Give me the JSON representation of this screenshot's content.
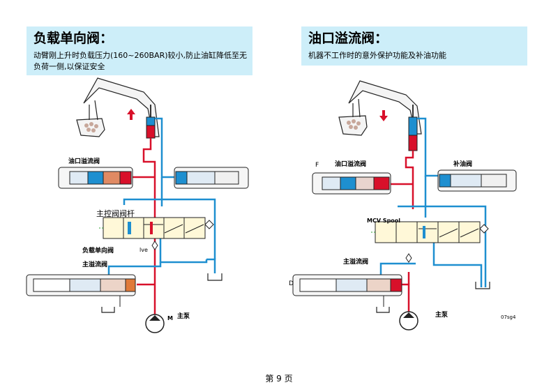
{
  "left_panel": {
    "title": "负载单向阀：",
    "description": "动臂刚上升时负载压力(160~260BAR)较小,防止油缸降低至无负荷一侧,以保证安全",
    "labels": {
      "port_relief": "油口溢流阀",
      "main_spool": "主控阀阀杆",
      "load_check": "负载单向阀",
      "main_relief": "主溢流阀",
      "main_pump": "主泵",
      "pump_letter": "M",
      "valve_tag": "lve"
    }
  },
  "right_panel": {
    "title": "油口溢流阀：",
    "description": "机器不工作时的意外保护功能及补油功能",
    "labels": {
      "port_relief": "油口溢流阀",
      "makeup": "补油阀",
      "mcv_spool": "MCV Spool",
      "main_relief": "主溢流阀",
      "main_pump": "主泵",
      "letter_f": "F",
      "letter_d": "D",
      "code": "07sg4"
    }
  },
  "footer": {
    "page": "第 9 页"
  },
  "colors": {
    "pressure": "#d8102a",
    "return": "#1e8fd0",
    "header_bg": "#cdeef9"
  }
}
